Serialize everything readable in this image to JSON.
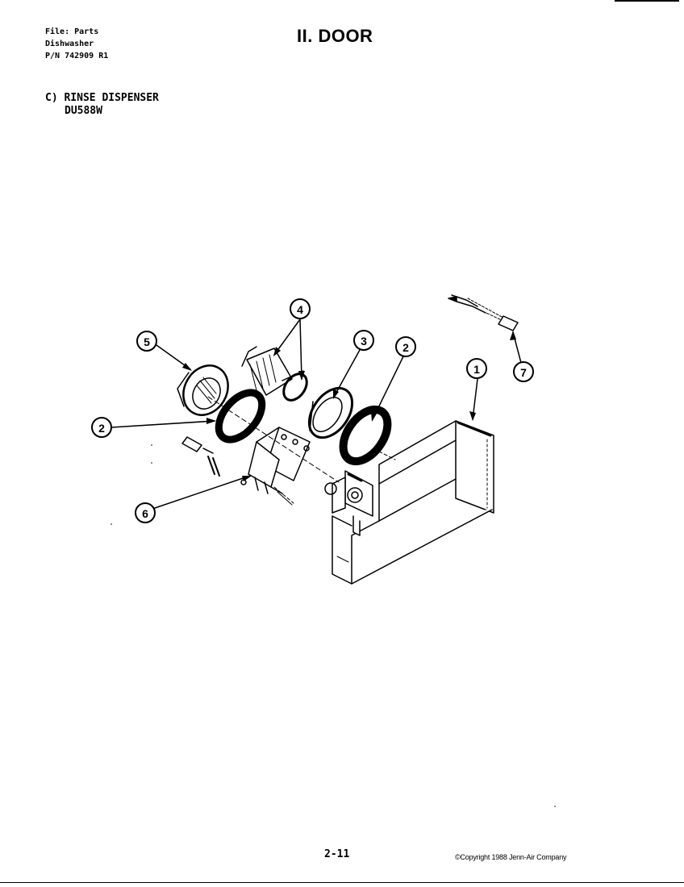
{
  "header": {
    "file_line1": "File: Parts",
    "file_line2": "Dishwasher",
    "file_line3": "P/N 742909 R1",
    "title": "II. DOOR"
  },
  "section": {
    "heading": "C) RINSE DISPENSER",
    "model": "DU588W"
  },
  "callouts": {
    "c1": "1",
    "c2a": "2",
    "c2b": "2",
    "c3": "3",
    "c4": "4",
    "c5": "5",
    "c6": "6",
    "c7": "7"
  },
  "footer": {
    "page_number": "2-11",
    "copyright": "©Copyright 1988 Jenn-Air Company"
  }
}
